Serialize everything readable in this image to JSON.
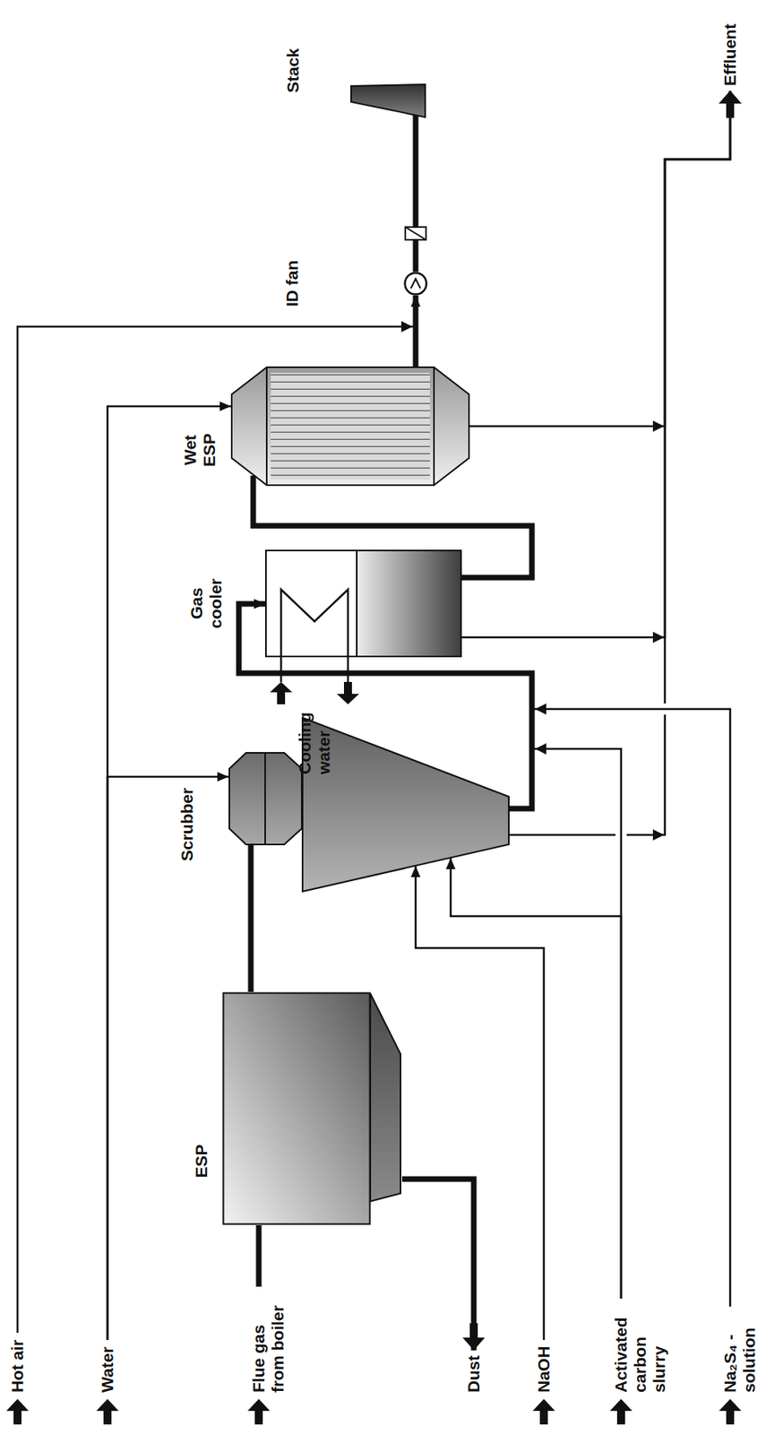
{
  "diagram": {
    "nodes": [
      {
        "text": [
          "Hot air"
        ]
      },
      {
        "text": [
          "Water"
        ]
      },
      {
        "text": [
          "Flue gas from boiler"
        ]
      },
      {
        "text": [
          "Dust"
        ]
      },
      {
        "text": [
          "NaOH"
        ]
      },
      {
        "text": [
          "Activated carbon slurry"
        ]
      },
      {
        "text": [
          "Na₂S₄ - solution"
        ]
      },
      {
        "text": [
          "ESP"
        ]
      },
      {
        "text": [
          "Scrubber"
        ]
      },
      {
        "text": [
          "Gas cooler"
        ]
      },
      {
        "text": [
          "Wet ESP"
        ]
      },
      {
        "text": [
          "ID fan"
        ]
      },
      {
        "text": [
          "Stack"
        ]
      },
      {
        "text": [
          "Effluent"
        ]
      }
    ],
    "edges": [
      {
        "from": 0,
        "to": 11,
        "arrow": "to"
      },
      {
        "from": 1,
        "to": 8,
        "arrow": "to"
      },
      {
        "from": 1,
        "to": 10,
        "arrow": "to"
      },
      {
        "from": 2,
        "to": 7,
        "arrow": "none"
      },
      {
        "from": 7,
        "to": 3,
        "arrow": "to"
      },
      {
        "from": 4,
        "to": 8,
        "arrow": "to"
      },
      {
        "from": 5,
        "to": 8,
        "arrow": "to"
      },
      {
        "from": 5,
        "to": 9,
        "arrow": "to"
      },
      {
        "from": 6,
        "to": 9,
        "arrow": "to"
      },
      {
        "from": 7,
        "to": 8,
        "arrow": "none"
      },
      {
        "from": 8,
        "to": 9,
        "arrow": "none"
      },
      {
        "from": 8,
        "to": 13,
        "arrow": "to"
      },
      {
        "from": 9,
        "to": 10,
        "arrow": "none"
      },
      {
        "from": 9,
        "to": 13,
        "arrow": "to"
      },
      {
        "from": 10,
        "to": 11,
        "arrow": "none"
      },
      {
        "from": 10,
        "to": 13,
        "arrow": "to"
      },
      {
        "from": 11,
        "to": 12,
        "arrow": "none"
      }
    ],
    "labels": [
      "Cooling water"
    ]
  }
}
